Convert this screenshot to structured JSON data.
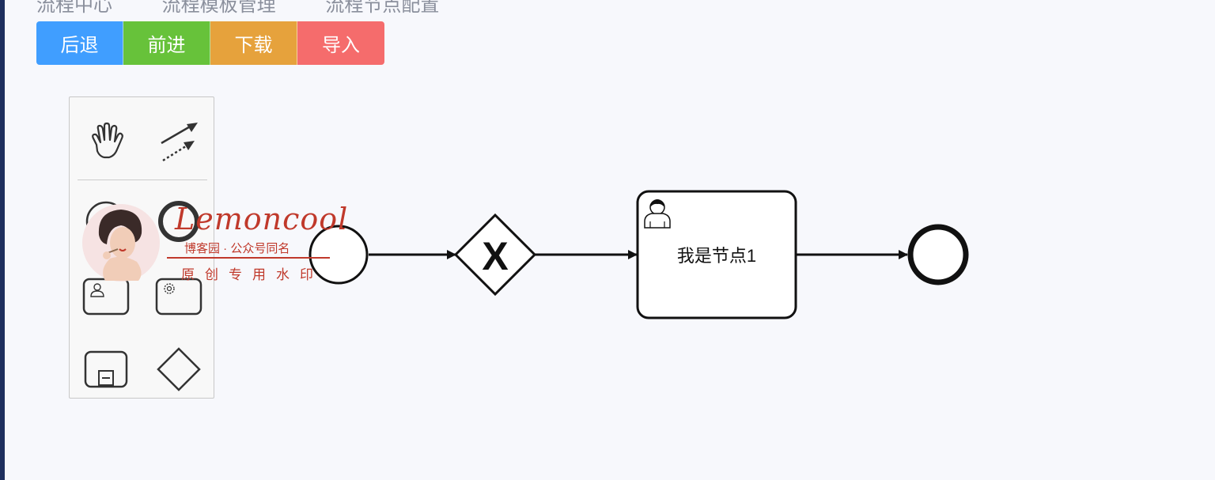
{
  "breadcrumb": {
    "items": [
      "流程中心",
      "流程模板管理",
      "流程节点配置"
    ]
  },
  "toolbar": {
    "back_label": "后退",
    "forward_label": "前进",
    "download_label": "下载",
    "import_label": "导入",
    "colors": {
      "back": "#409eff",
      "forward": "#67c23a",
      "download": "#e6a23c",
      "import": "#f56c6c"
    }
  },
  "palette": {
    "tools": [
      {
        "name": "hand-tool",
        "icon": "hand-icon"
      },
      {
        "name": "global-connect-tool",
        "icon": "connect-arrows-icon"
      },
      {
        "name": "create-start-event",
        "icon": "start-event-icon"
      },
      {
        "name": "create-end-event",
        "icon": "end-event-icon"
      },
      {
        "name": "create-user-task",
        "icon": "user-task-icon"
      },
      {
        "name": "create-service-task",
        "icon": "service-task-icon"
      },
      {
        "name": "create-subprocess",
        "icon": "subprocess-icon"
      },
      {
        "name": "create-gateway",
        "icon": "gateway-icon"
      }
    ]
  },
  "watermark": {
    "brand": "Lemoncool",
    "line1": "博客园 · 公众号同名",
    "line2": "原创专用水印",
    "color": "#c0392b"
  },
  "diagram": {
    "task_label": "我是节点1",
    "gateway_marker": "X",
    "elements": [
      {
        "name": "start-event",
        "type": "start-event"
      },
      {
        "name": "exclusive-gateway",
        "type": "exclusive-gateway"
      },
      {
        "name": "user-task",
        "type": "user-task"
      },
      {
        "name": "end-event",
        "type": "end-event"
      }
    ]
  }
}
